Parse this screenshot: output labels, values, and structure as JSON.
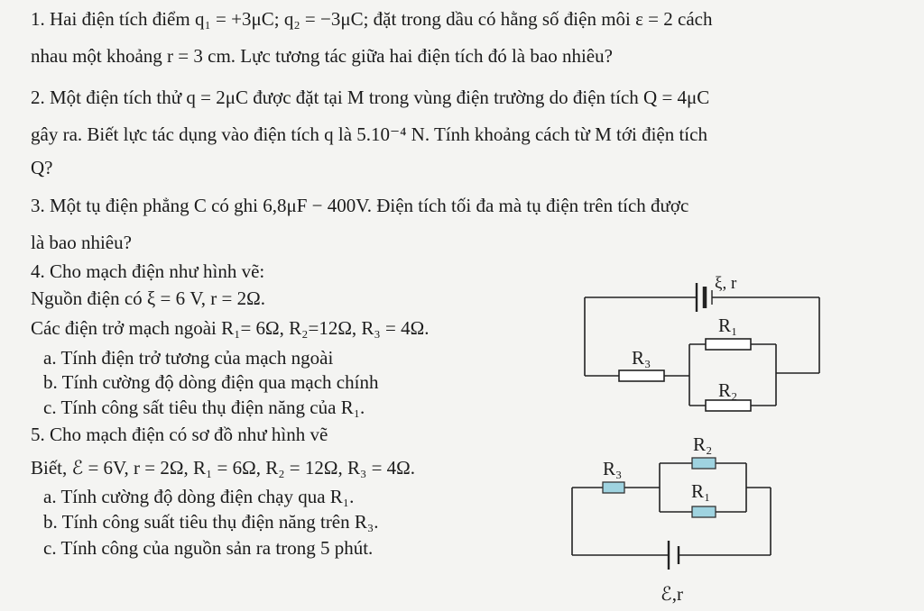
{
  "problems": {
    "p1": {
      "line1": "1. Hai điện tích điểm q₁ = +3μC; q₂ = −3μC; đặt trong dầu có hằng số điện môi ε = 2 cách",
      "line2": "nhau một khoảng r = 3 cm. Lực tương tác giữa hai điện tích đó là bao nhiêu?"
    },
    "p2": {
      "line1": "2. Một điện tích thử q = 2μC được đặt tại M trong vùng điện trường do điện tích Q = 4μC",
      "line2": "gây ra. Biết lực tác dụng vào điện tích q là 5.10⁻⁴ N. Tính khoảng cách từ M tới điện tích",
      "line3": "Q?"
    },
    "p3": {
      "line1": "3. Một tụ điện phẳng C có ghi 6,8μF − 400V. Điện tích tối đa mà tụ điện trên tích được",
      "line2": "là bao nhiêu?"
    },
    "p4": {
      "line1": "4. Cho mạch điện như hình vẽ:",
      "line2": "Nguồn điện có ξ = 6 V, r = 2Ω.",
      "line3": "Các điện trở mạch ngoài R₁= 6Ω, R₂=12Ω, R₃ = 4Ω.",
      "a": "a. Tính điện trở tương của mạch ngoài",
      "b": "b. Tính cường độ dòng điện qua mạch chính",
      "c": "c. Tính công sất tiêu thụ điện năng của R₁."
    },
    "p5": {
      "line1": "5. Cho mạch điện có sơ đồ như hình vẽ",
      "line2": "Biết, ℰ = 6V, r = 2Ω, R₁ = 6Ω, R₂ = 12Ω, R₃ = 4Ω.",
      "a": "a. Tính cường độ dòng điện chạy qua R₁.",
      "b": "b. Tính công suất tiêu thụ điện năng trên R₃.",
      "c": "c. Tính công của nguồn sản ra trong 5 phút."
    }
  },
  "circuit1": {
    "source": "ξ, r",
    "r1": "R₁",
    "r2": "R₂",
    "r3": "R₃"
  },
  "circuit2": {
    "source": "ℰ,r",
    "r1": "R₁",
    "r2": "R₂",
    "r3": "R₃",
    "resistor_fill": "#9fd3e0"
  }
}
